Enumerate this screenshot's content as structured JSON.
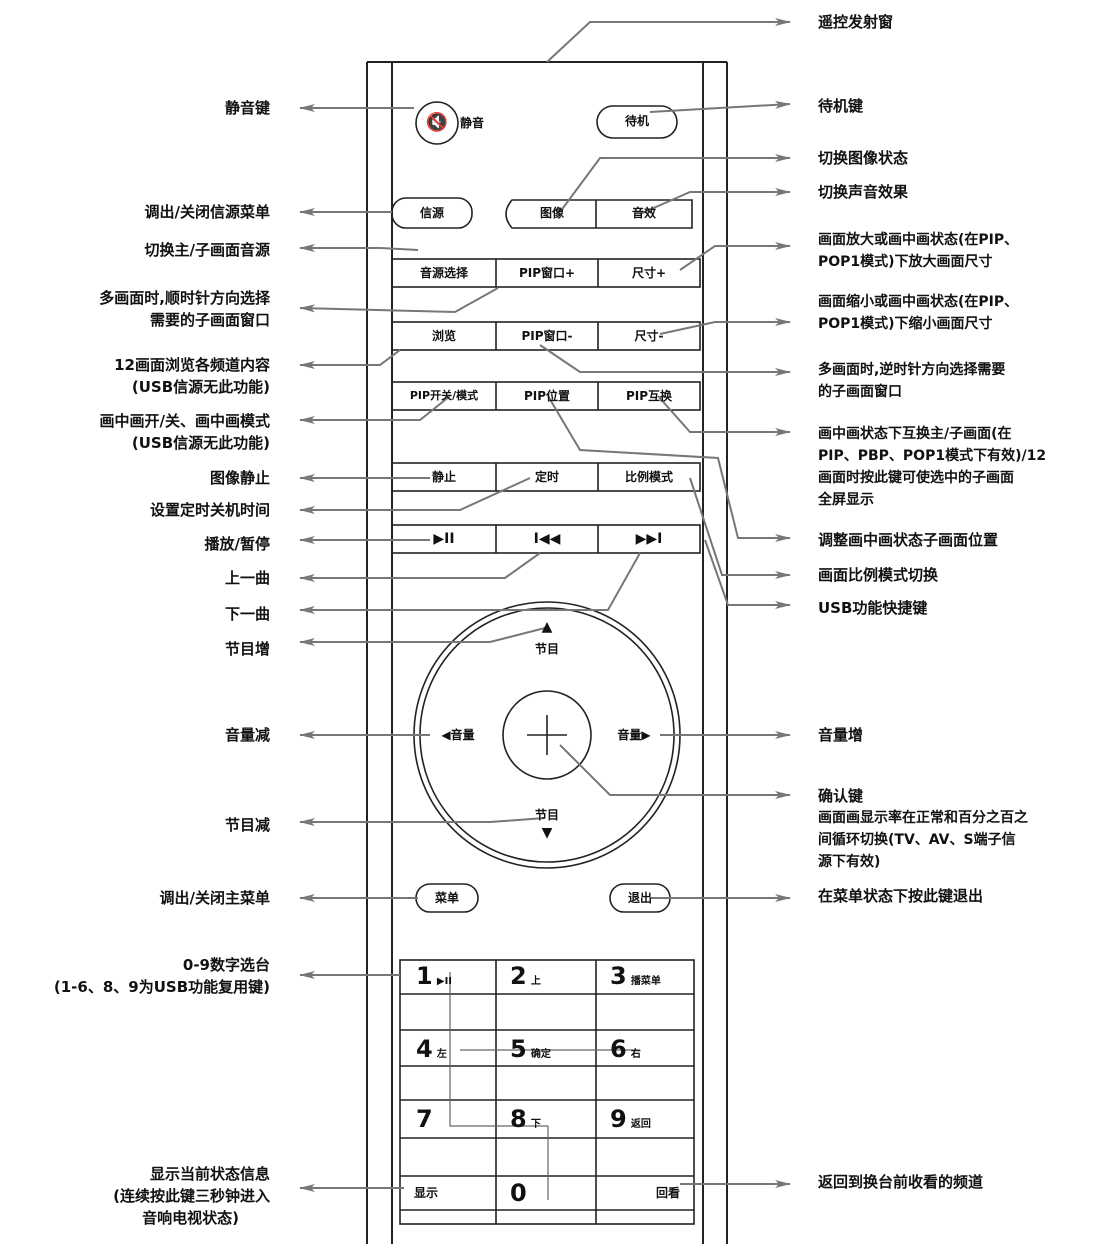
{
  "left_labels": [
    {
      "key": "mute",
      "text": "静音键"
    },
    {
      "key": "source_menu",
      "text": "调出/关闭信源菜单"
    },
    {
      "key": "main_sub_source",
      "text": "切换主/子画面音源"
    },
    {
      "key": "multi_cw_1",
      "text": "多画面时,顺时针方向选择"
    },
    {
      "key": "multi_cw_2",
      "text": "需要的子画面窗口"
    },
    {
      "key": "browse12_1",
      "text": "12画面浏览各频道内容"
    },
    {
      "key": "browse12_2",
      "text": "(USB信源无此功能)"
    },
    {
      "key": "pip_mode_1",
      "text": "画中画开/关、画中画模式"
    },
    {
      "key": "pip_mode_2",
      "text": "(USB信源无此功能)"
    },
    {
      "key": "freeze",
      "text": "图像静止"
    },
    {
      "key": "timer",
      "text": "设置定时关机时间"
    },
    {
      "key": "play_pause",
      "text": "播放/暂停"
    },
    {
      "key": "prev",
      "text": "上一曲"
    },
    {
      "key": "next",
      "text": "下一曲"
    },
    {
      "key": "ch_up",
      "text": "节目增"
    },
    {
      "key": "vol_down",
      "text": "音量减"
    },
    {
      "key": "ch_down",
      "text": "节目减"
    },
    {
      "key": "main_menu",
      "text": "调出/关闭主菜单"
    },
    {
      "key": "digits_1",
      "text": "0-9数字选台"
    },
    {
      "key": "digits_2",
      "text": "(1-6、8、9为USB功能复用键)"
    },
    {
      "key": "display_1",
      "text": "显示当前状态信息"
    },
    {
      "key": "display_2",
      "text": "(连续按此键三秒钟进入"
    },
    {
      "key": "display_3",
      "text": "音响电视状态)"
    }
  ],
  "right_labels": [
    {
      "key": "ir",
      "text": "遥控发射窗"
    },
    {
      "key": "standby",
      "text": "待机键"
    },
    {
      "key": "picture",
      "text": "切换图像状态"
    },
    {
      "key": "sound",
      "text": "切换声音效果"
    },
    {
      "key": "zoom_in_1",
      "text": "画面放大或画中画状态(在PIP、"
    },
    {
      "key": "zoom_in_2",
      "text": "POP1模式)下放大画面尺寸"
    },
    {
      "key": "zoom_out_1",
      "text": "画面缩小或画中画状态(在PIP、"
    },
    {
      "key": "zoom_out_2",
      "text": "POP1模式)下缩小画面尺寸"
    },
    {
      "key": "multi_ccw_1",
      "text": "多画面时,逆时针方向选择需要"
    },
    {
      "key": "multi_ccw_2",
      "text": "的子画面窗口"
    },
    {
      "key": "swap_1",
      "text": "画中画状态下互换主/子画面(在"
    },
    {
      "key": "swap_2",
      "text": "PIP、PBP、POP1模式下有效)/12"
    },
    {
      "key": "swap_3",
      "text": "画面时按此键可使选中的子画面"
    },
    {
      "key": "swap_4",
      "text": "全屏显示"
    },
    {
      "key": "pip_pos",
      "text": "调整画中画状态子画面位置"
    },
    {
      "key": "aspect",
      "text": "画面比例模式切换"
    },
    {
      "key": "usb_shortcut",
      "text": "USB功能快捷键"
    },
    {
      "key": "vol_up",
      "text": "音量增"
    },
    {
      "key": "ok_1",
      "text": "确认键"
    },
    {
      "key": "ok_2",
      "text": "画面画显示率在正常和百分之百之"
    },
    {
      "key": "ok_3",
      "text": "间循环切换(TV、AV、S端子信"
    },
    {
      "key": "ok_4",
      "text": "源下有效)"
    },
    {
      "key": "exit",
      "text": "在菜单状态下按此键退出"
    },
    {
      "key": "return",
      "text": "返回到换台前收看的频道"
    }
  ],
  "keys": {
    "mute_glyph": "🔇",
    "mute": "静音",
    "standby": "待机",
    "source": "信源",
    "picture": "图像",
    "sound": "音效",
    "audio_select": "音源选择",
    "pip_win_plus": "PIP窗口+",
    "size_plus": "尺寸+",
    "browse": "浏览",
    "pip_win_minus": "PIP窗口-",
    "size_minus": "尺寸-",
    "pip_mode": "PIP开关/模式",
    "pip_pos": "PIP位置",
    "pip_swap": "PIP互换",
    "freeze": "静止",
    "timer": "定时",
    "aspect": "比例模式",
    "play": "▶II",
    "prev": "I◀◀",
    "next": "▶▶I",
    "ch_up": "节目",
    "ch_down": "节目",
    "vol_down": "◀音量",
    "vol_up": "音量▶",
    "menu": "菜单",
    "exit": "退出",
    "n1": "1",
    "n1s": "▶II",
    "n2": "2",
    "n2s": "上",
    "n3": "3",
    "n3s": "播菜单",
    "n4": "4",
    "n4s": "左",
    "n5": "5",
    "n5s": "确定",
    "n6": "6",
    "n6s": "右",
    "n7": "7",
    "n8": "8",
    "n8s": "下",
    "n9": "9",
    "n9s": "返回",
    "display": "显示",
    "n0": "0",
    "return": "回看"
  }
}
